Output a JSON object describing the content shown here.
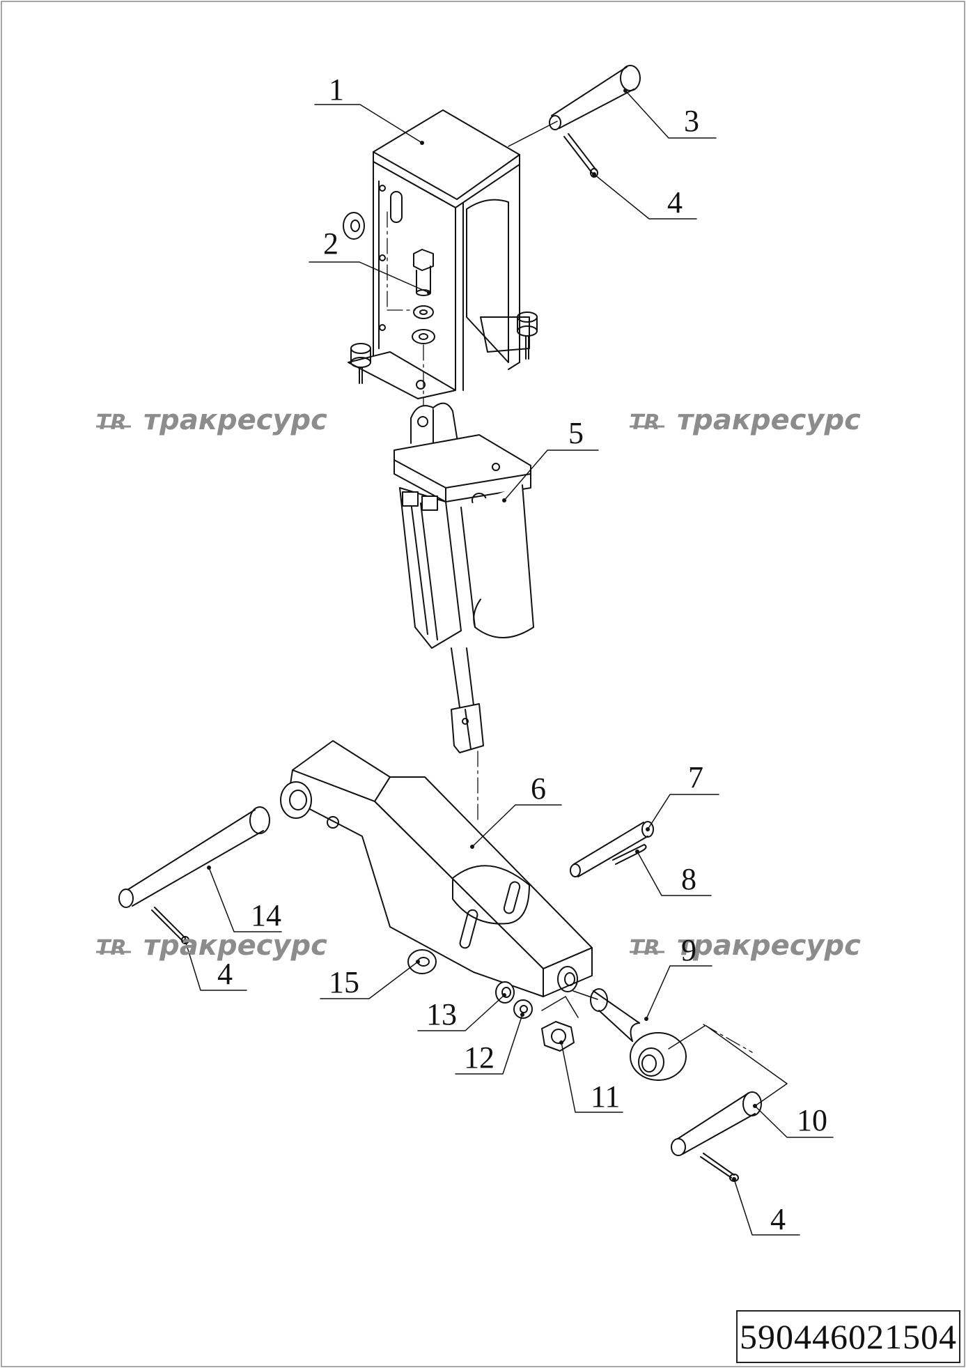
{
  "drawing": {
    "part_number": "590446021504",
    "watermark_text": "тракресурс",
    "watermark_logo": "TR"
  },
  "callouts": [
    {
      "id": "c1",
      "label": "1"
    },
    {
      "id": "c2",
      "label": "2"
    },
    {
      "id": "c3",
      "label": "3"
    },
    {
      "id": "c4a",
      "label": "4"
    },
    {
      "id": "c5",
      "label": "5"
    },
    {
      "id": "c6",
      "label": "6"
    },
    {
      "id": "c7",
      "label": "7"
    },
    {
      "id": "c8",
      "label": "8"
    },
    {
      "id": "c14",
      "label": "14"
    },
    {
      "id": "c4b",
      "label": "4"
    },
    {
      "id": "c15",
      "label": "15"
    },
    {
      "id": "c9",
      "label": "9"
    },
    {
      "id": "c13",
      "label": "13"
    },
    {
      "id": "c12",
      "label": "12"
    },
    {
      "id": "c11",
      "label": "11"
    },
    {
      "id": "c10",
      "label": "10"
    },
    {
      "id": "c4c",
      "label": "4"
    }
  ],
  "colors": {
    "line": "#111111",
    "watermark": "#8c8c8c",
    "background": "#ffffff"
  }
}
